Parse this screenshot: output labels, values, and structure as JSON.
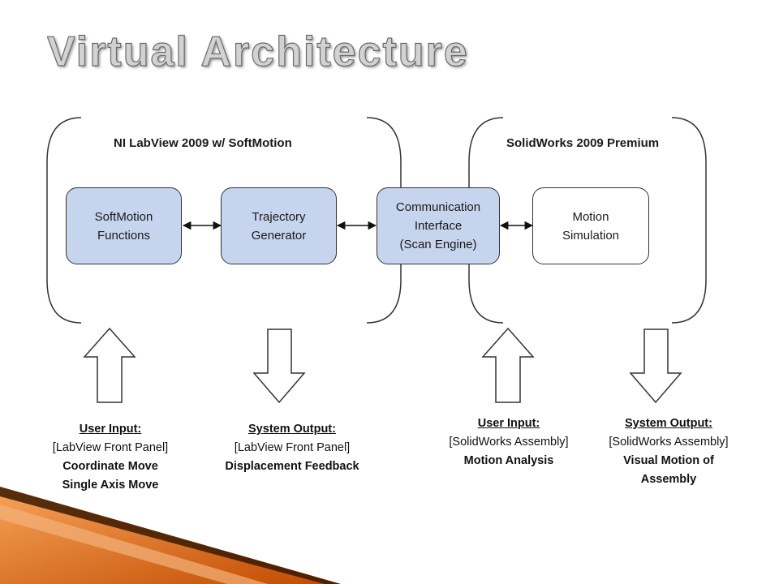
{
  "slide": {
    "title": "Virtual Architecture"
  },
  "groups": [
    {
      "label": "NI LabView 2009 w/ SoftMotion"
    },
    {
      "label": "SolidWorks 2009 Premium"
    }
  ],
  "nodes": [
    {
      "label": "SoftMotion\nFunctions",
      "style": "filled"
    },
    {
      "label": "Trajectory\nGenerator",
      "style": "filled"
    },
    {
      "label": "Communication\nInterface\n(Scan Engine)",
      "style": "filled"
    },
    {
      "label": "Motion\nSimulation",
      "style": "plain"
    }
  ],
  "edges": [
    {
      "from": "SoftMotion Functions",
      "to": "Trajectory Generator",
      "type": "bidirectional"
    },
    {
      "from": "Trajectory Generator",
      "to": "Communication Interface (Scan Engine)",
      "type": "bidirectional"
    },
    {
      "from": "Communication Interface (Scan Engine)",
      "to": "Motion Simulation",
      "type": "bidirectional"
    }
  ],
  "io": [
    {
      "direction": "input",
      "heading": "User Input:",
      "lines": [
        "[LabView Front Panel]",
        "Coordinate Move",
        "Single Axis Move"
      ]
    },
    {
      "direction": "output",
      "heading": "System Output:",
      "lines": [
        "[LabView Front Panel]",
        "Displacement Feedback"
      ]
    },
    {
      "direction": "input",
      "heading": "User Input:",
      "lines": [
        "[SolidWorks Assembly]",
        "Motion Analysis"
      ]
    },
    {
      "direction": "output",
      "heading": "System Output:",
      "lines": [
        "[SolidWorks Assembly]",
        "Visual Motion of",
        "Assembly"
      ]
    }
  ],
  "colors": {
    "node_fill": "#c6d4ee",
    "accent_dark": "#c04a00",
    "accent_light": "#f7a45a"
  }
}
